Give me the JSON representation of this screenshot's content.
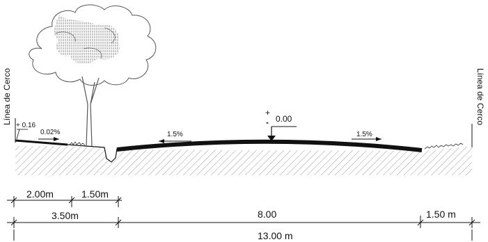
{
  "labels": {
    "left_fence": "Línea de Cerco",
    "right_fence": "Línea de Cerco",
    "left_level": "+ 0.16",
    "center_level_sign_top": "+",
    "center_level_sign_bottom": "-",
    "center_level": "0.00"
  },
  "slopes": {
    "sidewalk": "0.02%",
    "road_left": "1.5%",
    "road_right": "1.5%"
  },
  "dimensions": {
    "sidewalk": "2.00m",
    "green_strip": "1.50m",
    "left_total": "3.50m",
    "road": "8.00",
    "right_strip": "1.50 m",
    "overall": "13.00 m"
  },
  "colors": {
    "line": "#111111",
    "hatch": "#8a8a8a",
    "tree": "#555555"
  }
}
